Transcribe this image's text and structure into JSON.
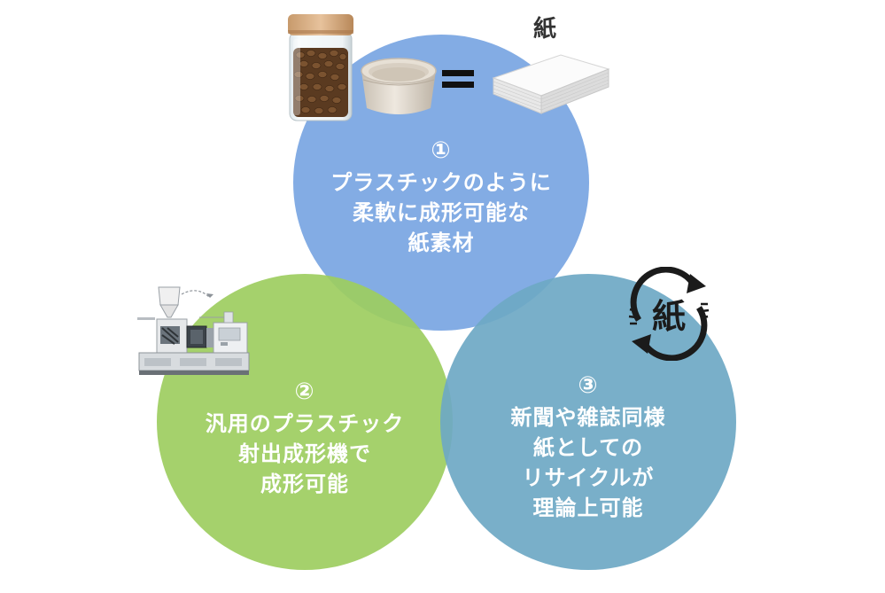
{
  "diagram": {
    "circles": [
      {
        "id": "1",
        "number": "①",
        "lines": [
          "プラスチックのように",
          "柔軟に成形可能な",
          "紙素材"
        ],
        "color": "#7fa9e3"
      },
      {
        "id": "2",
        "number": "②",
        "lines": [
          "汎用のプラスチック",
          "射出成形機で",
          "成形可能"
        ],
        "color": "#9dcd5f"
      },
      {
        "id": "3",
        "number": "③",
        "lines": [
          "新聞や雑誌同様",
          "紙としての",
          "リサイクルが",
          "理論上可能"
        ],
        "color": "#6ea8c4"
      }
    ],
    "illustrations": {
      "paper_label": "紙",
      "recycle_mark_text": "紙",
      "icons": [
        "coffee-jar-icon",
        "paper-cup-icon",
        "equals-icon",
        "paper-stack-icon",
        "injection-molding-machine-icon",
        "paper-recycle-mark-icon"
      ]
    }
  }
}
